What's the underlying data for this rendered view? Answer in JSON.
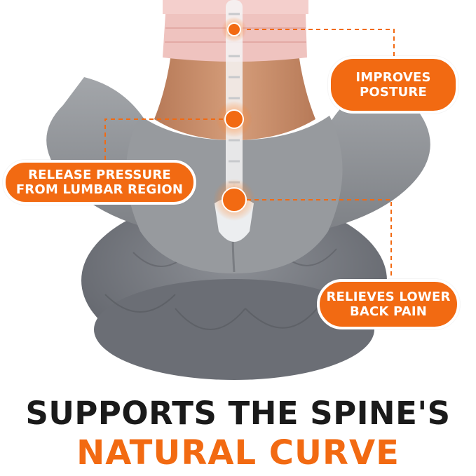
{
  "callouts": {
    "posture": {
      "line1": "IMPROVES",
      "line2": "POSTURE"
    },
    "lumbar": {
      "line1": "RELEASE PRESSURE",
      "line2": "FROM LUMBAR REGION"
    },
    "back": {
      "line1": "RELIEVES LOWER",
      "line2": "BACK PAIN"
    }
  },
  "headline": {
    "line1": "SUPPORTS THE SPINE'S",
    "line2": "NATURAL CURVE"
  },
  "colors": {
    "accent": "#f26a12",
    "headline_dark": "#1a1a1a",
    "leggings": "#8f9296",
    "cushion": "#7d8087",
    "top": "#f2c9c6",
    "skin": "#c98f6c",
    "spine": "#eef0f2"
  }
}
